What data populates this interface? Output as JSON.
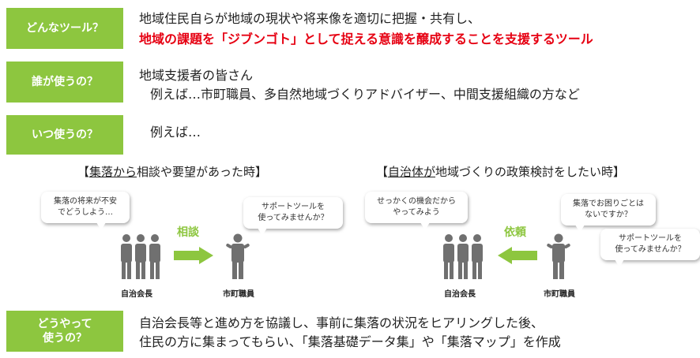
{
  "rows": {
    "what": {
      "label": "どんなツール？",
      "line1": "地域住民自らが地域の現状や将来像を適切に把握・共有し、",
      "line2": "地域の課題を「ジブンゴト」として捉える意識を醸成することを支援するツール"
    },
    "who": {
      "label": "誰が使うの？",
      "line1": "地域支援者の皆さん",
      "line2": "例えば…市町職員、多自然地域づくりアドバイザー、中間支援組織の方など"
    },
    "when": {
      "label": "いつ使うの？",
      "line1": "例えば…"
    },
    "how": {
      "label_line1": "どうやって",
      "label_line2": "使うの？",
      "line1": "自治会長等と進め方を協議し、事前に集落の状況をヒアリングした後、",
      "line2": "住民の方に集まってもらい、「集落基礎データ集」や「集落マップ」を作成"
    }
  },
  "scenes": {
    "left": {
      "title_open": "【",
      "title_underlined": "集落から",
      "title_rest": "相談や要望があった時】",
      "bubble_resident": "集落の将来が不安\nでどうしよう…",
      "bubble_staff": "サポートツールを\n使ってみませんか？",
      "verb": "相談",
      "caption_group": "自治会長",
      "caption_single": "市町職員"
    },
    "right": {
      "title_open": "【",
      "title_underlined": "自治体が",
      "title_rest": "地域づくりの政策検討をしたい時】",
      "bubble_resident": "せっかくの機会だから\nやってみよう",
      "bubble_staff1": "集落でお困りごとは\nないですか？",
      "bubble_staff2": "サポートツールを\n使ってみませんか？",
      "verb": "依頼",
      "caption_group": "自治会長",
      "caption_single": "市町職員"
    }
  },
  "colors": {
    "label_bg": "#8dc63f",
    "highlight": "#e60012",
    "arrow": "#8dc63f",
    "person": "#707070"
  }
}
